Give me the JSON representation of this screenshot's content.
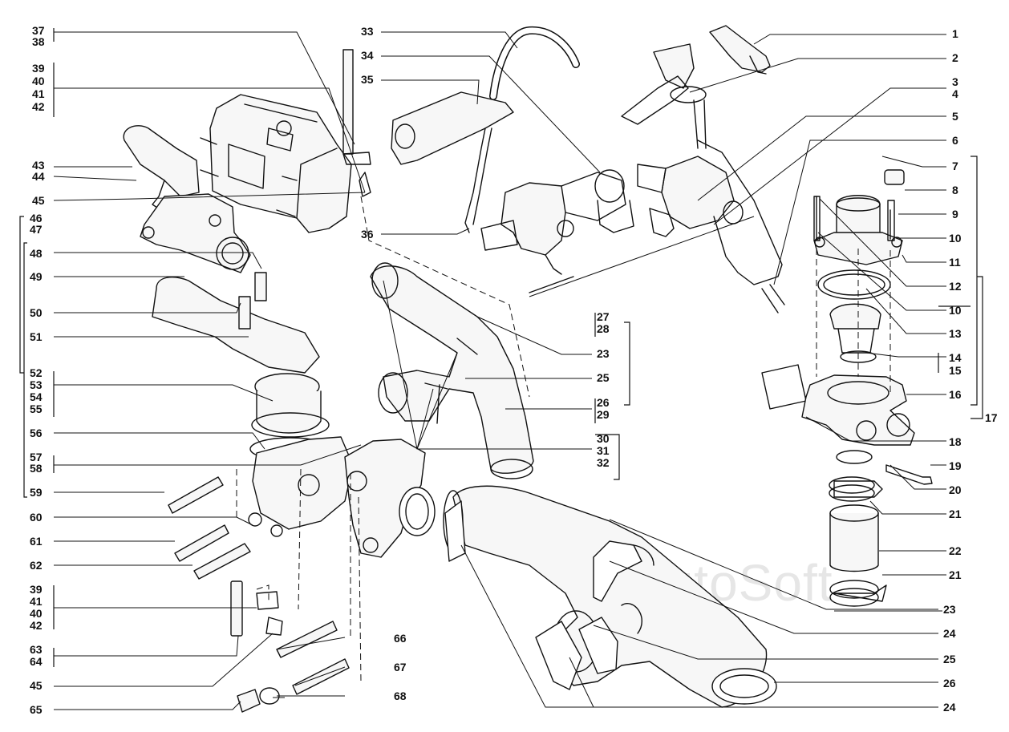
{
  "watermark": "AutoSoft",
  "colors": {
    "ink": "#111111",
    "paper": "#ffffff",
    "watermark": "#e6e6e6"
  },
  "labels": {
    "l1": "1",
    "l2": "2",
    "l3": "3",
    "l4": "4",
    "l5": "5",
    "l6": "6",
    "l7": "7",
    "l8": "8",
    "l9": "9",
    "l10a": "10",
    "l10b": "10",
    "l11": "11",
    "l12": "12",
    "l13": "13",
    "l14": "14",
    "l15": "15",
    "l16": "16",
    "l17": "17",
    "l18": "18",
    "l19": "19",
    "l20": "20",
    "l21a": "21",
    "l21b": "21",
    "l22": "22",
    "l23a": "23",
    "l23b": "23",
    "l24a": "24",
    "l24b": "24",
    "l25a": "25",
    "l25b": "25",
    "l26a": "26",
    "l26b": "26",
    "l27": "27",
    "l28": "28",
    "l29": "29",
    "l30": "30",
    "l31": "31",
    "l32": "32",
    "l33": "33",
    "l34": "34",
    "l35": "35",
    "l36": "36",
    "l37": "37",
    "l38": "38",
    "l39a": "39",
    "l40a": "40",
    "l41a": "41",
    "l42a": "42",
    "l39b": "39",
    "l41b": "41",
    "l40b": "40",
    "l42b": "42",
    "l43": "43",
    "l44": "44",
    "l45a": "45",
    "l45b": "45",
    "l46": "46",
    "l47": "47",
    "l48": "48",
    "l49": "49",
    "l50": "50",
    "l51": "51",
    "l52": "52",
    "l53": "53",
    "l54": "54",
    "l55": "55",
    "l56": "56",
    "l57": "57",
    "l58": "58",
    "l59": "59",
    "l60": "60",
    "l61": "61",
    "l62": "62",
    "l63": "63",
    "l64": "64",
    "l65": "65",
    "l66": "66",
    "l67": "67",
    "l68": "68"
  }
}
